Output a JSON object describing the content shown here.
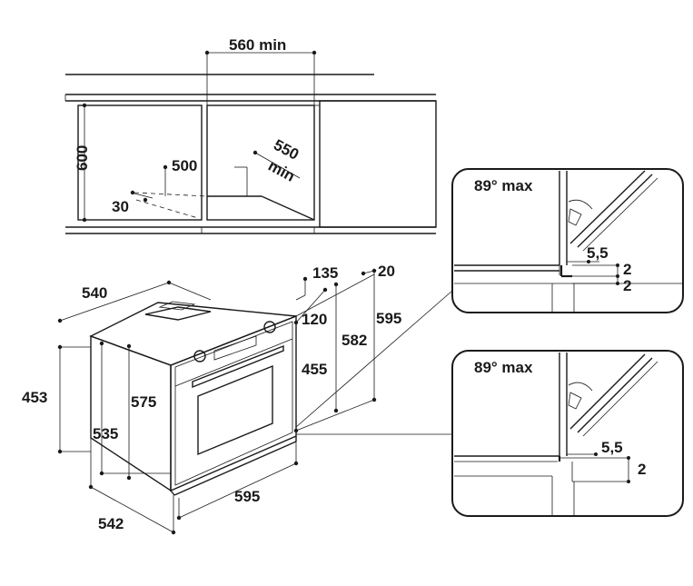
{
  "cabinet_view": {
    "width_label": "560 min",
    "height_label": "600",
    "shelf_label": "500",
    "depth_label_line1": "550",
    "depth_label_line2": "min",
    "gap_label": "30"
  },
  "oven_view": {
    "depth_top_label": "540",
    "depth_side_label": "542",
    "height_front_label": "453",
    "height_side_label": "535",
    "inner_height_label": "575",
    "front_width_label": "595",
    "panel_offset_label": "135",
    "offset_20_label": "20",
    "top_gap_label": "120",
    "total_height_label": "595",
    "body_height_label": "582",
    "door_height_label": "455"
  },
  "detail_top": {
    "angle_label": "89° max",
    "gap_label": "5,5",
    "step1_label": "2",
    "step2_label": "2"
  },
  "detail_bottom": {
    "angle_label": "89° max",
    "gap_label": "5,5",
    "step_label": "2"
  }
}
